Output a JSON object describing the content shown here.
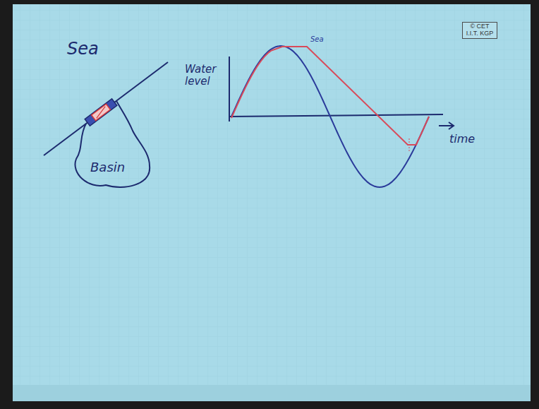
{
  "diagram": {
    "nodes": [
      {
        "text": [
          "© CET I.I.T. KGP"
        ]
      },
      {
        "text": [
          "Basin"
        ]
      }
    ],
    "labels": [
      "Sea",
      "Water level",
      "Sea",
      "time"
    ]
  }
}
